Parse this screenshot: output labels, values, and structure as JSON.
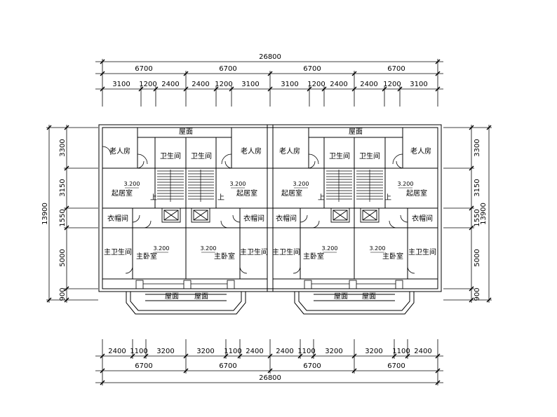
{
  "dimensions": {
    "top_total": "26800",
    "top_bays": [
      "6700",
      "6700",
      "6700",
      "6700"
    ],
    "top_detail": [
      "3100",
      "1200",
      "2400",
      "2400",
      "1200",
      "3100",
      "3100",
      "1200",
      "2400",
      "2400",
      "1200",
      "3100"
    ],
    "bottom_detail": [
      "2400",
      "1100",
      "3200",
      "3200",
      "1100",
      "2400",
      "2400",
      "1100",
      "3200",
      "3200",
      "1100",
      "2400"
    ],
    "bottom_bays": [
      "6700",
      "6700",
      "6700",
      "6700"
    ],
    "bottom_total": "26800",
    "left_rows": [
      "3300",
      "3150",
      "1550",
      "5000",
      "900"
    ],
    "left_total": "13900",
    "right_rows": [
      "3300",
      "3150",
      "1550",
      "5000",
      "900"
    ],
    "right_total": "13900"
  },
  "rooms": {
    "roof_top": "屋面",
    "elderly_room": "老人房",
    "bathroom": "卫生间",
    "living_room": "起居室",
    "laundry": "衣帽间",
    "master_bath": "主卫生间",
    "master_bedroom": "主卧室",
    "roof_bottom": "屋面",
    "elevation": "3.200",
    "stair_up": "上"
  }
}
